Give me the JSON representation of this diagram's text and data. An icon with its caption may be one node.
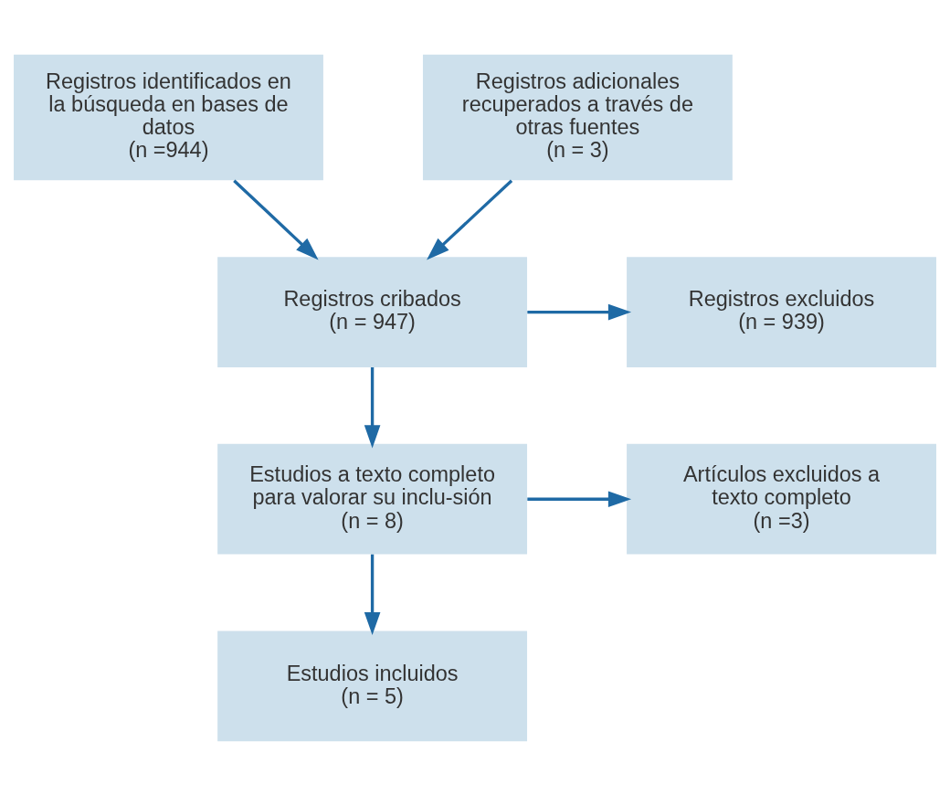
{
  "diagram": {
    "nodes": [
      {
        "text": [
          "Registros identificados en la búsqueda en bases de datos",
          "(n =944)"
        ]
      },
      {
        "text": [
          "Registros adicionales recuperados a través de otras fuentes",
          "(n = 3)"
        ]
      },
      {
        "text": [
          "Registros cribados",
          "(n = 947)"
        ]
      },
      {
        "text": [
          "Registros excluidos",
          "(n = 939)"
        ]
      },
      {
        "text": [
          "Estudios a texto completo para valorar su inclu-sión",
          "(n = 8)"
        ]
      },
      {
        "text": [
          "Artículos excluidos a texto completo",
          "(n =3)"
        ]
      },
      {
        "text": [
          "Estudios incluidos",
          "(n = 5)"
        ]
      }
    ],
    "edges": [
      {
        "from": 0,
        "to": 2,
        "arrow": "to"
      },
      {
        "from": 1,
        "to": 2,
        "arrow": "to"
      },
      {
        "from": 2,
        "to": 3,
        "arrow": "to"
      },
      {
        "from": 2,
        "to": 4,
        "arrow": "to"
      },
      {
        "from": 4,
        "to": 5,
        "arrow": "to"
      },
      {
        "from": 4,
        "to": 6,
        "arrow": "to"
      }
    ]
  }
}
